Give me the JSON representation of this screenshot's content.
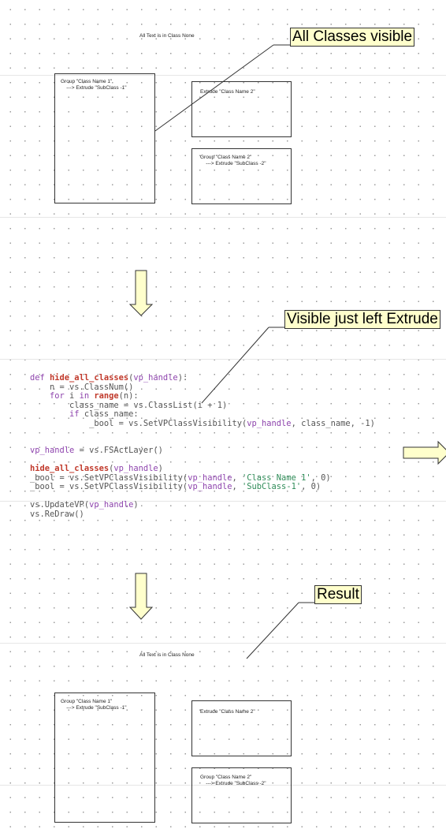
{
  "panel_top": {
    "header": "All Text is in Class None",
    "group1": [
      "Group \"Class Name 1\"",
      "    ---> Extrude \"SubClass -1\""
    ],
    "extrude2": "Extrude \"Class Name 2\"",
    "group2": [
      "Group \"Class Name 2\"",
      "    ---> Extrude \"SubClass -2\""
    ]
  },
  "callouts": {
    "top": "All Classes visible",
    "middle": "Visible just left Extrude",
    "bottom": "Result"
  },
  "code": {
    "lines": [
      [
        [
          "kw",
          "def "
        ],
        [
          "fn",
          "hide_all_classes"
        ],
        [
          "",
          "("
        ],
        [
          "arg",
          "vp_handle"
        ],
        [
          "",
          "):"
        ]
      ],
      [
        [
          "",
          "    n = vs.ClassNum()"
        ]
      ],
      [
        [
          "kw",
          "    for "
        ],
        [
          "",
          "i "
        ],
        [
          "kw",
          "in "
        ],
        [
          "fn",
          "range"
        ],
        [
          "",
          "(n):"
        ]
      ],
      [
        [
          "",
          "        class_name = vs.ClassList(i + 1)"
        ]
      ],
      [
        [
          "kw",
          "        if "
        ],
        [
          "",
          "class_name:"
        ]
      ],
      [
        [
          "",
          "            _bool = vs.SetVPClassVisibility("
        ],
        [
          "arg",
          "vp_handle"
        ],
        [
          "",
          ", class_name, -1)"
        ]
      ],
      [
        [
          "",
          ""
        ]
      ],
      [
        [
          "",
          ""
        ]
      ],
      [
        [
          "arg",
          "vp_handle"
        ],
        [
          "",
          " = vs.FSActLayer()"
        ]
      ],
      [
        [
          "",
          ""
        ]
      ],
      [
        [
          "fn",
          "hide_all_classes"
        ],
        [
          "",
          "("
        ],
        [
          "arg",
          "vp_handle"
        ],
        [
          "",
          ")"
        ]
      ],
      [
        [
          "",
          "_bool = vs.SetVPClassVisibility("
        ],
        [
          "arg",
          "vp_handle"
        ],
        [
          "",
          ", "
        ],
        [
          "str",
          "'Class Name 1'"
        ],
        [
          "",
          ", 0)"
        ]
      ],
      [
        [
          "",
          "_bool = vs.SetVPClassVisibility("
        ],
        [
          "arg",
          "vp_handle"
        ],
        [
          "",
          ", "
        ],
        [
          "str",
          "'SubClass-1'"
        ],
        [
          "",
          ", 0)"
        ]
      ],
      [
        [
          "",
          ""
        ]
      ],
      [
        [
          "",
          "vs.UpdateVP("
        ],
        [
          "arg",
          "vp_handle"
        ],
        [
          "",
          ")"
        ]
      ],
      [
        [
          "",
          "vs.ReDraw()"
        ]
      ]
    ]
  },
  "panel_bottom": {
    "header": "All Text is in Class None",
    "group1": [
      "Group \"Class Name 1\"",
      "    ---> Extrude \"SubClass -1\""
    ],
    "extrude2": "Extrude \"Class Name 2\"",
    "group2": [
      "Group \"Class Name 2\"",
      "    ---> Extrude \"SubClass -2\""
    ]
  },
  "colors": {
    "callout_fill": "#ffffcc",
    "arrow_fill": "#ffffcc"
  }
}
